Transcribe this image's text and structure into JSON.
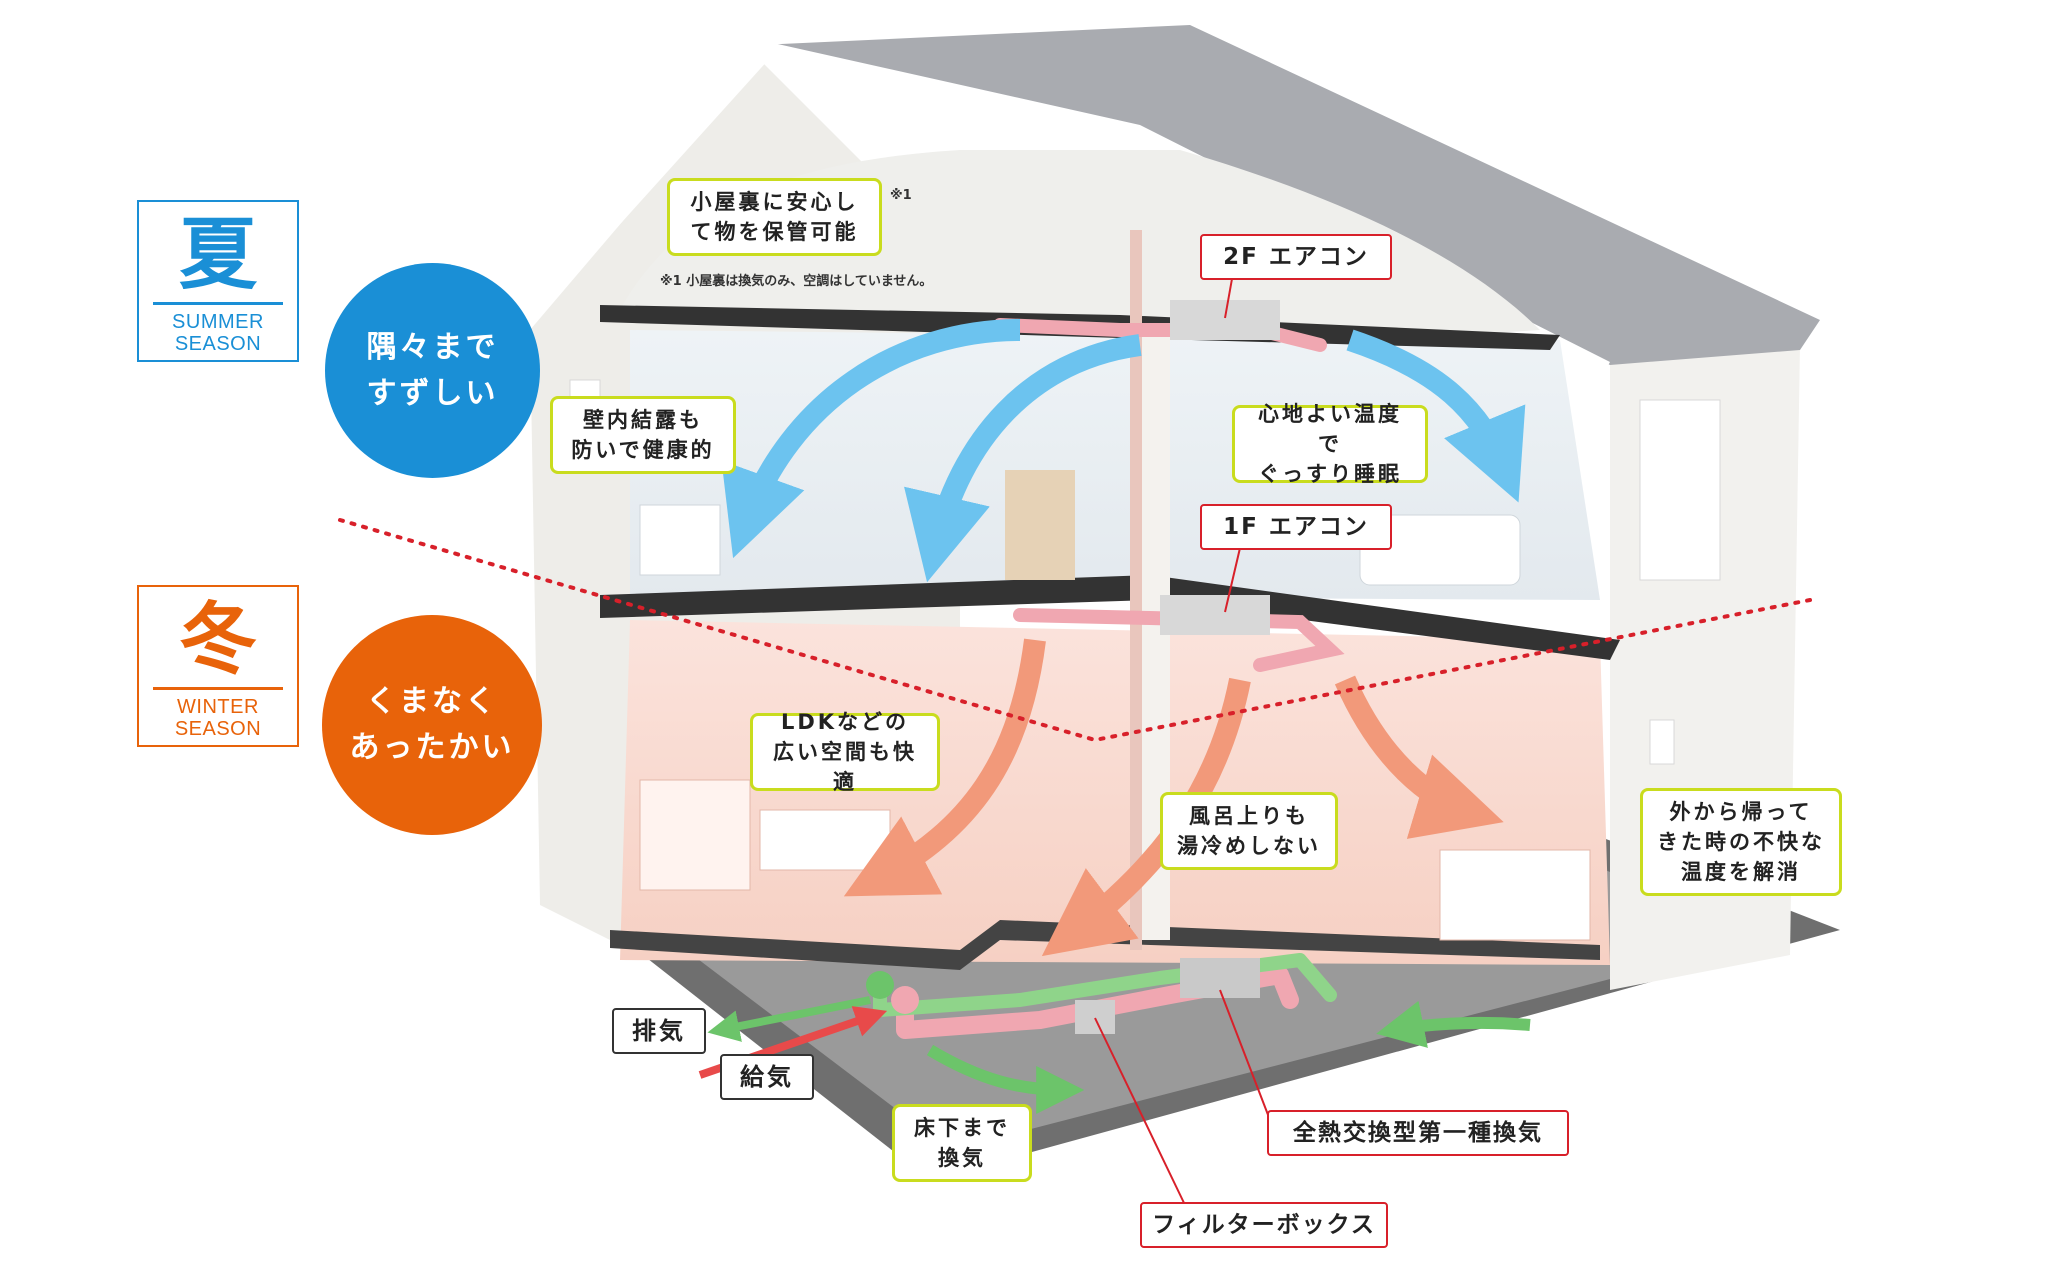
{
  "seasons": {
    "summer": {
      "kanji": "夏",
      "label": "SUMMER\nSEASON",
      "color": "#1a8fd6",
      "bubble": "隅々まで\nすずしい"
    },
    "winter": {
      "kanji": "冬",
      "label": "WINTER\nSEASON",
      "color": "#e8630a",
      "bubble": "くまなく\nあったかい"
    }
  },
  "callouts": {
    "attic": "小屋裏に安心し\nて物を保管可能",
    "attic_mark": "※1",
    "attic_note": "※1 小屋裏は換気のみ、空調はしていません。",
    "condensation": "壁内結露も\n防いで健康的",
    "sleep": "心地よい温度で\nぐっすり睡眠",
    "ldk": "LDKなどの\n広い空間も快適",
    "bath": "風呂上りも\n湯冷めしない",
    "return_home": "外から帰って\nきた時の不快な\n温度を解消",
    "underfloor": "床下まで\n換気"
  },
  "tags": {
    "ac_2f": "2F エアコン",
    "ac_1f": "1F エアコン",
    "ventilation": "全熱交換型第一種換気",
    "filter_box": "フィルターボックス",
    "exhaust": "排気",
    "supply": "給気"
  },
  "colors": {
    "cool_air": "#6cc3ef",
    "warm_air": "#f2997a",
    "exhaust_air": "#6cc46a",
    "callout_border": "#c9dc1e",
    "leader_red": "#d8202a",
    "roof": "#a9abb0"
  }
}
